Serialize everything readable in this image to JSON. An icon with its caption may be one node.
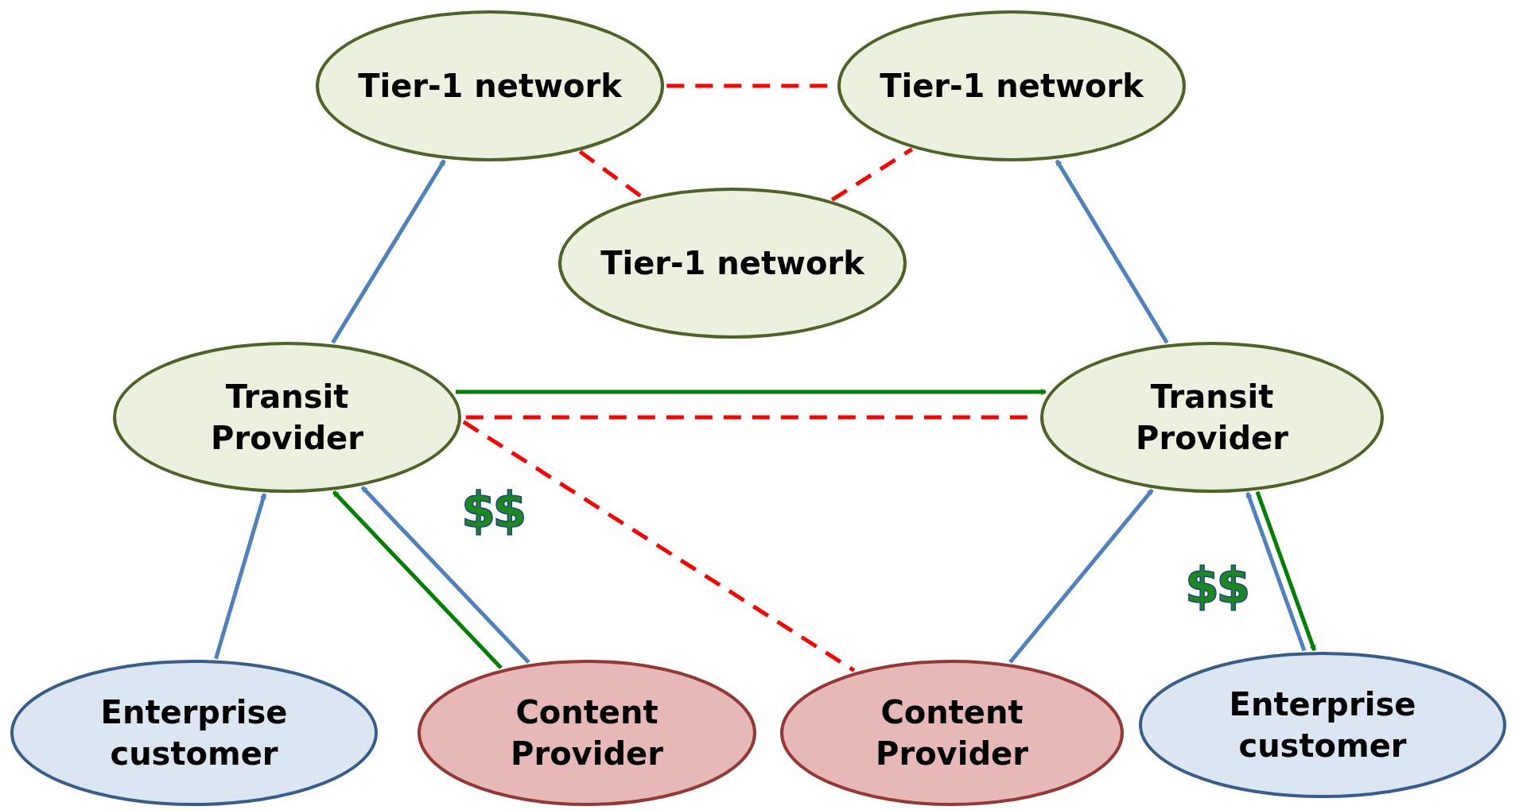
{
  "diagram": {
    "nodes": [
      {
        "text": [
          "Tier-1 network"
        ]
      },
      {
        "text": [
          "Tier-1 network"
        ]
      },
      {
        "text": [
          "Tier-1 network"
        ]
      },
      {
        "text": [
          "Transit Provider"
        ]
      },
      {
        "text": [
          "Transit Provider"
        ]
      },
      {
        "text": [
          "Enterprise customer"
        ]
      },
      {
        "text": [
          "Content Provider"
        ]
      },
      {
        "text": [
          "Content Provider"
        ]
      },
      {
        "text": [
          "Enterprise customer"
        ]
      }
    ],
    "edges": [
      {
        "from": 0,
        "to": 1,
        "arrow": "none",
        "style": "dashed",
        "color": "#ff0000"
      },
      {
        "from": 0,
        "to": 2,
        "arrow": "none",
        "style": "dashed",
        "color": "#ff0000"
      },
      {
        "from": 2,
        "to": 1,
        "arrow": "none",
        "style": "dashed",
        "color": "#ff0000"
      },
      {
        "from": 3,
        "to": 0,
        "arrow": "to"
      },
      {
        "from": 4,
        "to": 1,
        "arrow": "to"
      },
      {
        "from": 3,
        "to": 4,
        "arrow": "to",
        "color": "#008000"
      },
      {
        "from": 3,
        "to": 4,
        "arrow": "none",
        "style": "dashed",
        "color": "#ff0000"
      },
      {
        "from": 3,
        "to": 7,
        "arrow": "none",
        "style": "dashed",
        "color": "#ff0000"
      },
      {
        "from": 5,
        "to": 3,
        "arrow": "to"
      },
      {
        "from": 6,
        "to": 3,
        "arrow": "to"
      },
      {
        "from": 6,
        "to": 3,
        "arrow": "to",
        "color": "#008000"
      },
      {
        "from": 7,
        "to": 4,
        "arrow": "to"
      },
      {
        "from": 8,
        "to": 4,
        "arrow": "to"
      },
      {
        "from": 4,
        "to": 8,
        "arrow": "to",
        "color": "#008000"
      }
    ],
    "labels": [
      "$$",
      "$$"
    ]
  }
}
